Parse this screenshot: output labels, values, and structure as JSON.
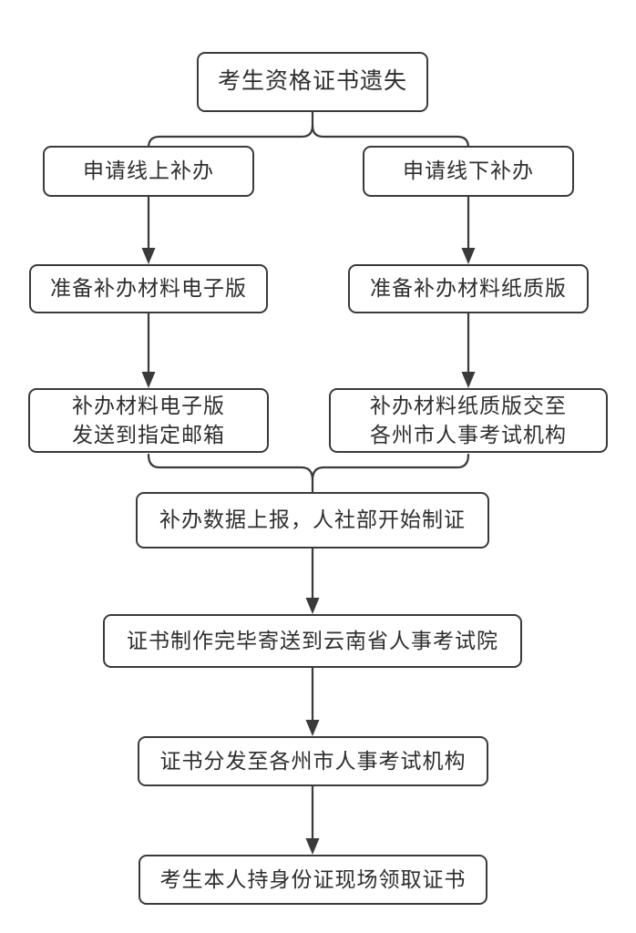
{
  "diagram": {
    "type": "flowchart",
    "language": "zh-CN",
    "colors": {
      "background": "#ffffff",
      "stroke": "#3a3a3a",
      "text": "#2e2e2e",
      "node_fill": "#ffffff"
    }
  },
  "nodes": [
    {
      "id": "start",
      "label": "考生资格证书遗失"
    },
    {
      "id": "online-apply",
      "label": "申请线上补办"
    },
    {
      "id": "offline-apply",
      "label": "申请线下补办"
    },
    {
      "id": "prepare-electronic",
      "label": "准备补办材料电子版"
    },
    {
      "id": "prepare-paper",
      "label": "准备补办材料纸质版"
    },
    {
      "id": "send-to-email",
      "label": "补办材料电子版\n发送到指定邮箱"
    },
    {
      "id": "submit-paper",
      "label": "补办材料纸质版交至\n各州市人事考试机构"
    },
    {
      "id": "report-data",
      "label": "补办数据上报，人社部开始制证"
    },
    {
      "id": "cert-made",
      "label": "证书制作完毕寄送到云南省人事考试院"
    },
    {
      "id": "distribute",
      "label": "证书分发至各州市人事考试机构"
    },
    {
      "id": "pickup",
      "label": "考生本人持身份证现场领取证书"
    }
  ],
  "edges": [
    {
      "from": "start",
      "to": "online-apply",
      "type": "brace-split"
    },
    {
      "from": "start",
      "to": "offline-apply",
      "type": "brace-split"
    },
    {
      "from": "online-apply",
      "to": "prepare-electronic",
      "type": "arrow"
    },
    {
      "from": "offline-apply",
      "to": "prepare-paper",
      "type": "arrow"
    },
    {
      "from": "prepare-electronic",
      "to": "send-to-email",
      "type": "arrow"
    },
    {
      "from": "prepare-paper",
      "to": "submit-paper",
      "type": "arrow"
    },
    {
      "from": "send-to-email",
      "to": "report-data",
      "type": "brace-merge"
    },
    {
      "from": "submit-paper",
      "to": "report-data",
      "type": "brace-merge"
    },
    {
      "from": "report-data",
      "to": "cert-made",
      "type": "arrow"
    },
    {
      "from": "cert-made",
      "to": "distribute",
      "type": "arrow"
    },
    {
      "from": "distribute",
      "to": "pickup",
      "type": "arrow"
    }
  ]
}
